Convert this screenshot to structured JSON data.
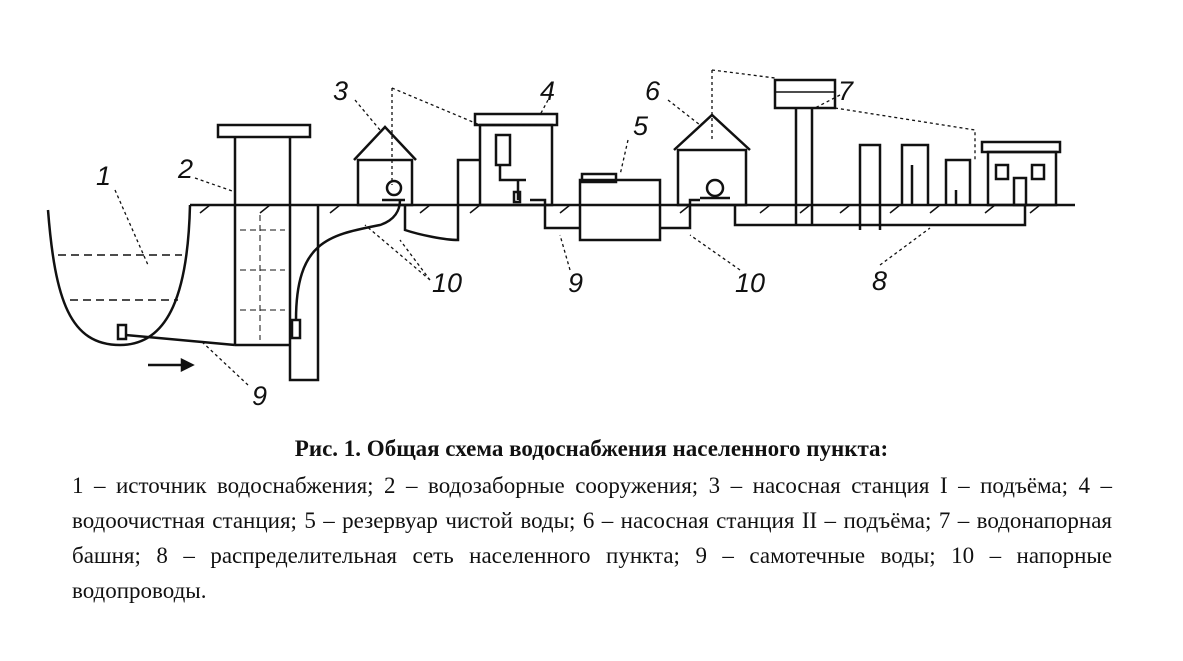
{
  "labels": {
    "l1": "1",
    "l2": "2",
    "l3": "3",
    "l4": "4",
    "l5": "5",
    "l6": "6",
    "l7": "7",
    "l8": "8",
    "l9a": "9",
    "l9b": "9",
    "l10a": "10",
    "l10b": "10"
  },
  "caption": {
    "title": "Рис. 1. Общая схема водоснабжения населенного пункта:",
    "items": [
      "1 – источник водоснабжения;",
      "2 – водозаборные сооружения;",
      "3 – насосная станция I – подъёма;",
      "4 – водоочистная станция;",
      "5 – резервуар чистой воды;",
      "6 – насосная станция II – подъёма;",
      "7 – водонапорная башня;",
      "8 – распределительная сеть населенного пункта;",
      "9 – самотечные воды;",
      "10 – напорные водопроводы."
    ]
  }
}
